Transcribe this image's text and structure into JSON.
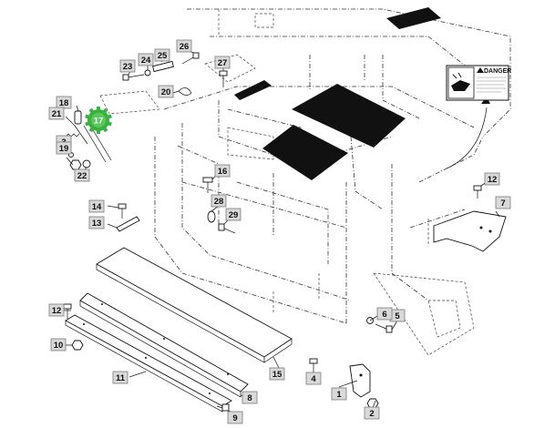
{
  "diagram": {
    "callouts": [
      "1",
      "2",
      "3",
      "4",
      "5",
      "6",
      "7",
      "8",
      "9",
      "10",
      "11",
      "12",
      "12",
      "13",
      "14",
      "15",
      "16",
      "17",
      "18",
      "19",
      "20",
      "21",
      "22",
      "23",
      "24",
      "25",
      "26",
      "27",
      "28",
      "29"
    ],
    "decal": {
      "title": "DANGER",
      "lines": [
        "",
        "",
        "",
        "",
        ""
      ]
    },
    "highlighted_callout": "17",
    "highlight_color": "#3cb043"
  }
}
